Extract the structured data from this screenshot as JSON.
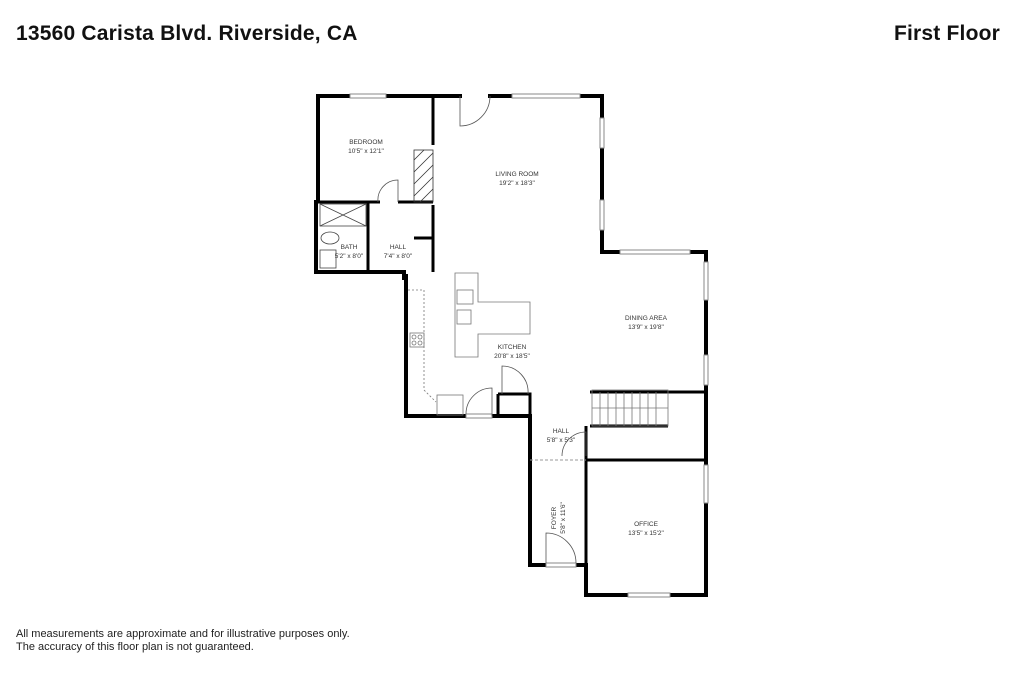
{
  "header": {
    "address": "13560 Carista Blvd. Riverside, CA",
    "floor": "First Floor"
  },
  "rooms": [
    {
      "name": "BEDROOM",
      "dims": "10'5\" x 12'1\""
    },
    {
      "name": "LIVING ROOM",
      "dims": "19'2\" x 18'3\""
    },
    {
      "name": "BATH",
      "dims": "5'2\" x 8'0\""
    },
    {
      "name": "HALL",
      "dims": "7'4\" x 8'0\""
    },
    {
      "name": "DINING AREA",
      "dims": "13'9\" x 19'8\""
    },
    {
      "name": "KITCHEN",
      "dims": "20'8\" x 18'5\""
    },
    {
      "name": "HALL",
      "dims": "5'8\" x 5'3\""
    },
    {
      "name": "FOYER",
      "dims": "5'8\" x 11'6\""
    },
    {
      "name": "OFFICE",
      "dims": "13'5\" x 15'2\""
    }
  ],
  "footer": {
    "line1": "All measurements are approximate and for illustrative purposes only.",
    "line2": "The accuracy of this floor plan is not guaranteed."
  }
}
